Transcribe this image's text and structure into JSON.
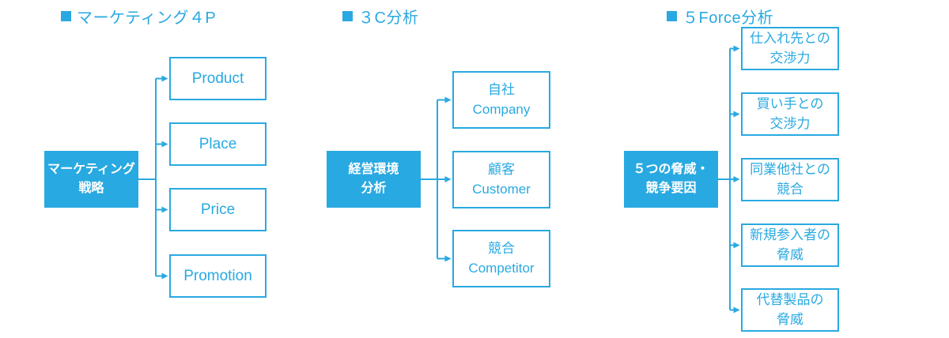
{
  "accent_color": "#29A9E1",
  "text_on_accent_color": "#FFFFFF",
  "diagrams": [
    {
      "heading": "マーケティング４P",
      "root": {
        "lines": [
          "マーケティング",
          "戦略"
        ]
      },
      "children": [
        {
          "lines": [
            "Product"
          ]
        },
        {
          "lines": [
            "Place"
          ]
        },
        {
          "lines": [
            "Price"
          ]
        },
        {
          "lines": [
            "Promotion"
          ]
        }
      ]
    },
    {
      "heading": "３C分析",
      "root": {
        "lines": [
          "経営環境",
          "分析"
        ]
      },
      "children": [
        {
          "lines": [
            "自社",
            "Company"
          ]
        },
        {
          "lines": [
            "顧客",
            "Customer"
          ]
        },
        {
          "lines": [
            "競合",
            "Competitor"
          ]
        }
      ]
    },
    {
      "heading": "５Force分析",
      "root": {
        "lines": [
          "５つの脅威・",
          "競争要因"
        ]
      },
      "children": [
        {
          "lines": [
            "仕入れ先との",
            "交渉力"
          ]
        },
        {
          "lines": [
            "買い手との",
            "交渉力"
          ]
        },
        {
          "lines": [
            "同業他社との",
            "競合"
          ]
        },
        {
          "lines": [
            "新規参入者の",
            "脅威"
          ]
        },
        {
          "lines": [
            "代替製品の",
            "脅威"
          ]
        }
      ]
    }
  ]
}
